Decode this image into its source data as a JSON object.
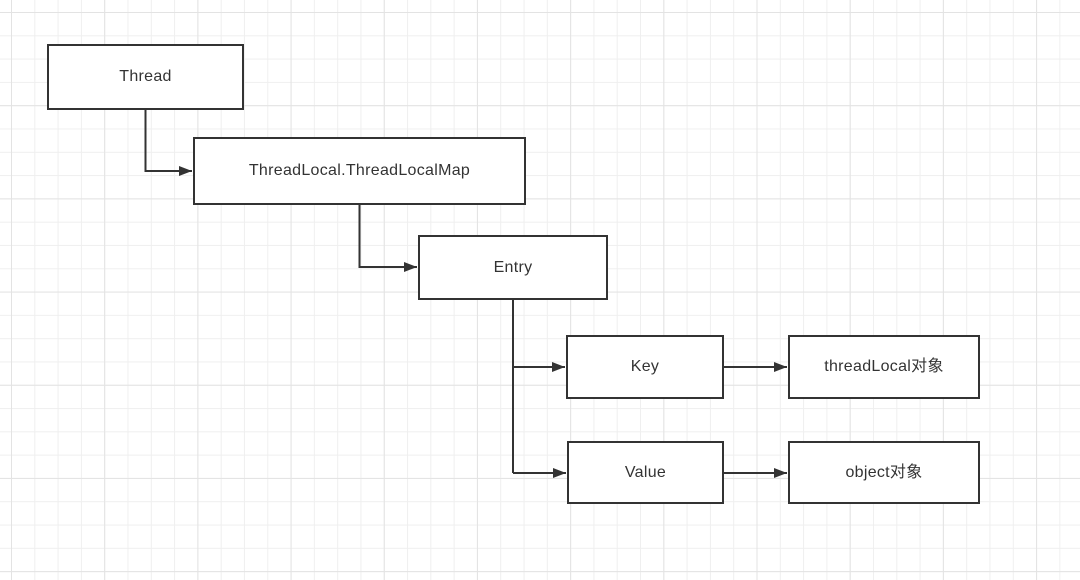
{
  "diagram": {
    "title": "ThreadLocal structure diagram",
    "background": {
      "background_color": "#ffffff",
      "grid_minor_color": "#efefef",
      "grid_major_color": "#e3e3e3"
    },
    "style": {
      "node_fill": "#ffffff",
      "node_border_color": "#333333",
      "text_color": "#333333",
      "connector_color": "#333333"
    },
    "nodes": {
      "thread": {
        "label": "Thread"
      },
      "threadlocalmap": {
        "label": "ThreadLocal.ThreadLocalMap"
      },
      "entry": {
        "label": "Entry"
      },
      "key": {
        "label": "Key"
      },
      "value": {
        "label": "Value"
      },
      "threadlocal_object": {
        "label": "threadLocal对象"
      },
      "object_object": {
        "label": "object对象"
      }
    },
    "edges": [
      {
        "from": "thread",
        "to": "threadlocalmap"
      },
      {
        "from": "threadlocalmap",
        "to": "entry"
      },
      {
        "from": "entry",
        "to": "key"
      },
      {
        "from": "entry",
        "to": "value"
      },
      {
        "from": "key",
        "to": "threadlocal_object"
      },
      {
        "from": "value",
        "to": "object_object"
      }
    ]
  }
}
